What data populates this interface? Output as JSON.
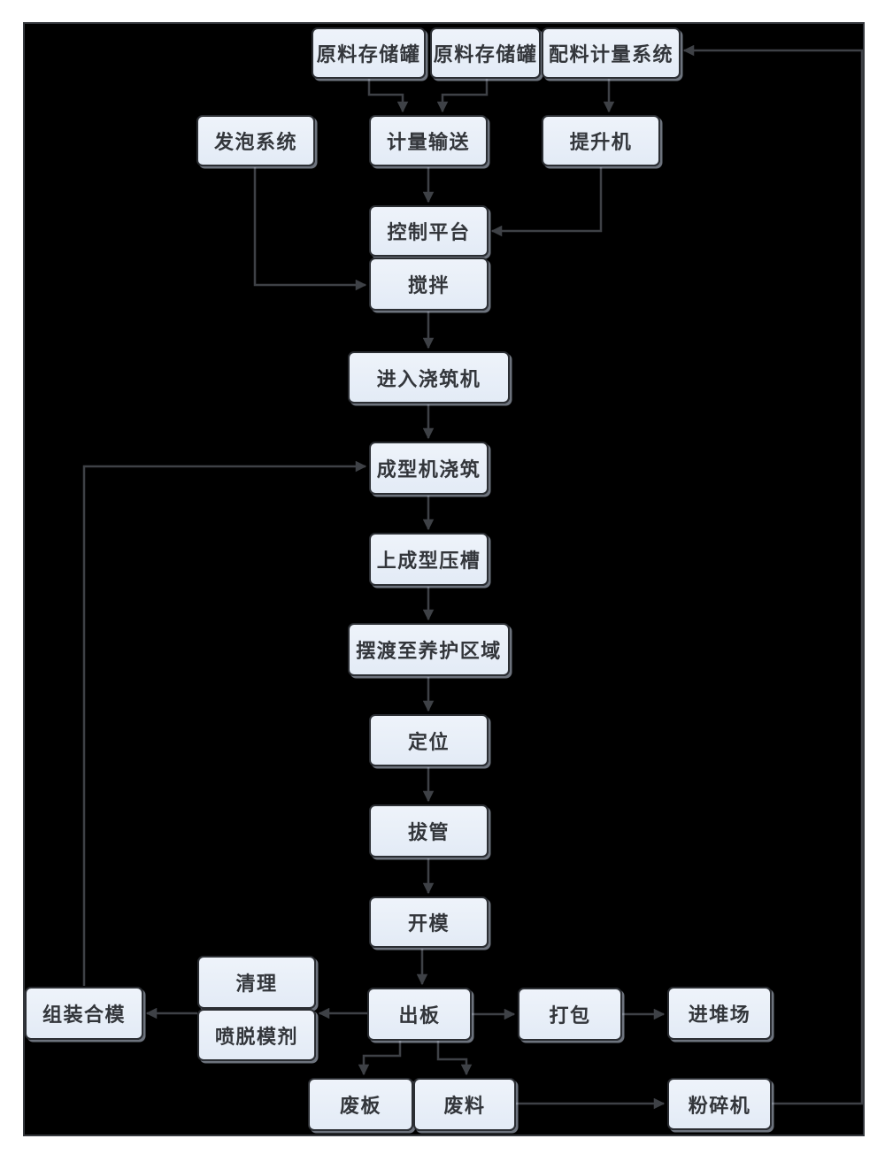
{
  "diagram": {
    "type": "flowchart",
    "page_background": "#ffffff",
    "canvas_background": "#000000",
    "node_fill": "#e8eef7",
    "node_border": "#2b2e33",
    "arrow_color": "#3e4146",
    "text_color": "#33363b",
    "nodes": [
      {
        "id": "raw-tank-1",
        "label": "原料存储罐"
      },
      {
        "id": "raw-tank-2",
        "label": "原料存储罐"
      },
      {
        "id": "batching-metering-system",
        "label": "配料计量系统"
      },
      {
        "id": "foaming-system",
        "label": "发泡系统"
      },
      {
        "id": "metering-conveying",
        "label": "计量输送"
      },
      {
        "id": "hoist",
        "label": "提升机"
      },
      {
        "id": "control-platform",
        "label": "控制平台"
      },
      {
        "id": "mixing",
        "label": "搅拌"
      },
      {
        "id": "enter-pouring-machine",
        "label": "进入浇筑机"
      },
      {
        "id": "forming-machine-pouring",
        "label": "成型机浇筑"
      },
      {
        "id": "forming-press-groove",
        "label": "上成型压槽"
      },
      {
        "id": "ferry-to-curing-area",
        "label": "摆渡至养护区域"
      },
      {
        "id": "positioning",
        "label": "定位"
      },
      {
        "id": "tube-pulling",
        "label": "拔管"
      },
      {
        "id": "mold-opening",
        "label": "开模"
      },
      {
        "id": "cleaning",
        "label": "清理"
      },
      {
        "id": "spray-release-agent",
        "label": "喷脱模剂"
      },
      {
        "id": "assemble-close-mold",
        "label": "组装合模"
      },
      {
        "id": "plate-out",
        "label": "出板"
      },
      {
        "id": "packing",
        "label": "打包"
      },
      {
        "id": "stockyard",
        "label": "进堆场"
      },
      {
        "id": "waste-board",
        "label": "废板"
      },
      {
        "id": "waste-material",
        "label": "废料"
      },
      {
        "id": "crusher",
        "label": "粉碎机"
      }
    ],
    "edges": [
      {
        "from": "raw-tank-1",
        "to": "metering-conveying"
      },
      {
        "from": "raw-tank-2",
        "to": "metering-conveying"
      },
      {
        "from": "batching-metering-system",
        "to": "hoist"
      },
      {
        "from": "metering-conveying",
        "to": "control-platform"
      },
      {
        "from": "hoist",
        "to": "control-platform"
      },
      {
        "from": "foaming-system",
        "to": "mixing"
      },
      {
        "from": "mixing",
        "to": "enter-pouring-machine"
      },
      {
        "from": "enter-pouring-machine",
        "to": "forming-machine-pouring"
      },
      {
        "from": "forming-machine-pouring",
        "to": "forming-press-groove"
      },
      {
        "from": "forming-press-groove",
        "to": "ferry-to-curing-area"
      },
      {
        "from": "ferry-to-curing-area",
        "to": "positioning"
      },
      {
        "from": "positioning",
        "to": "tube-pulling"
      },
      {
        "from": "tube-pulling",
        "to": "mold-opening"
      },
      {
        "from": "mold-opening",
        "to": "plate-out"
      },
      {
        "from": "plate-out",
        "to": "cleaning"
      },
      {
        "from": "cleaning",
        "to": "assemble-close-mold"
      },
      {
        "from": "assemble-close-mold",
        "to": "forming-machine-pouring"
      },
      {
        "from": "plate-out",
        "to": "packing"
      },
      {
        "from": "packing",
        "to": "stockyard"
      },
      {
        "from": "plate-out",
        "to": "waste-board"
      },
      {
        "from": "plate-out",
        "to": "waste-material"
      },
      {
        "from": "waste-material",
        "to": "crusher"
      },
      {
        "from": "crusher",
        "to": "batching-metering-system"
      }
    ]
  }
}
